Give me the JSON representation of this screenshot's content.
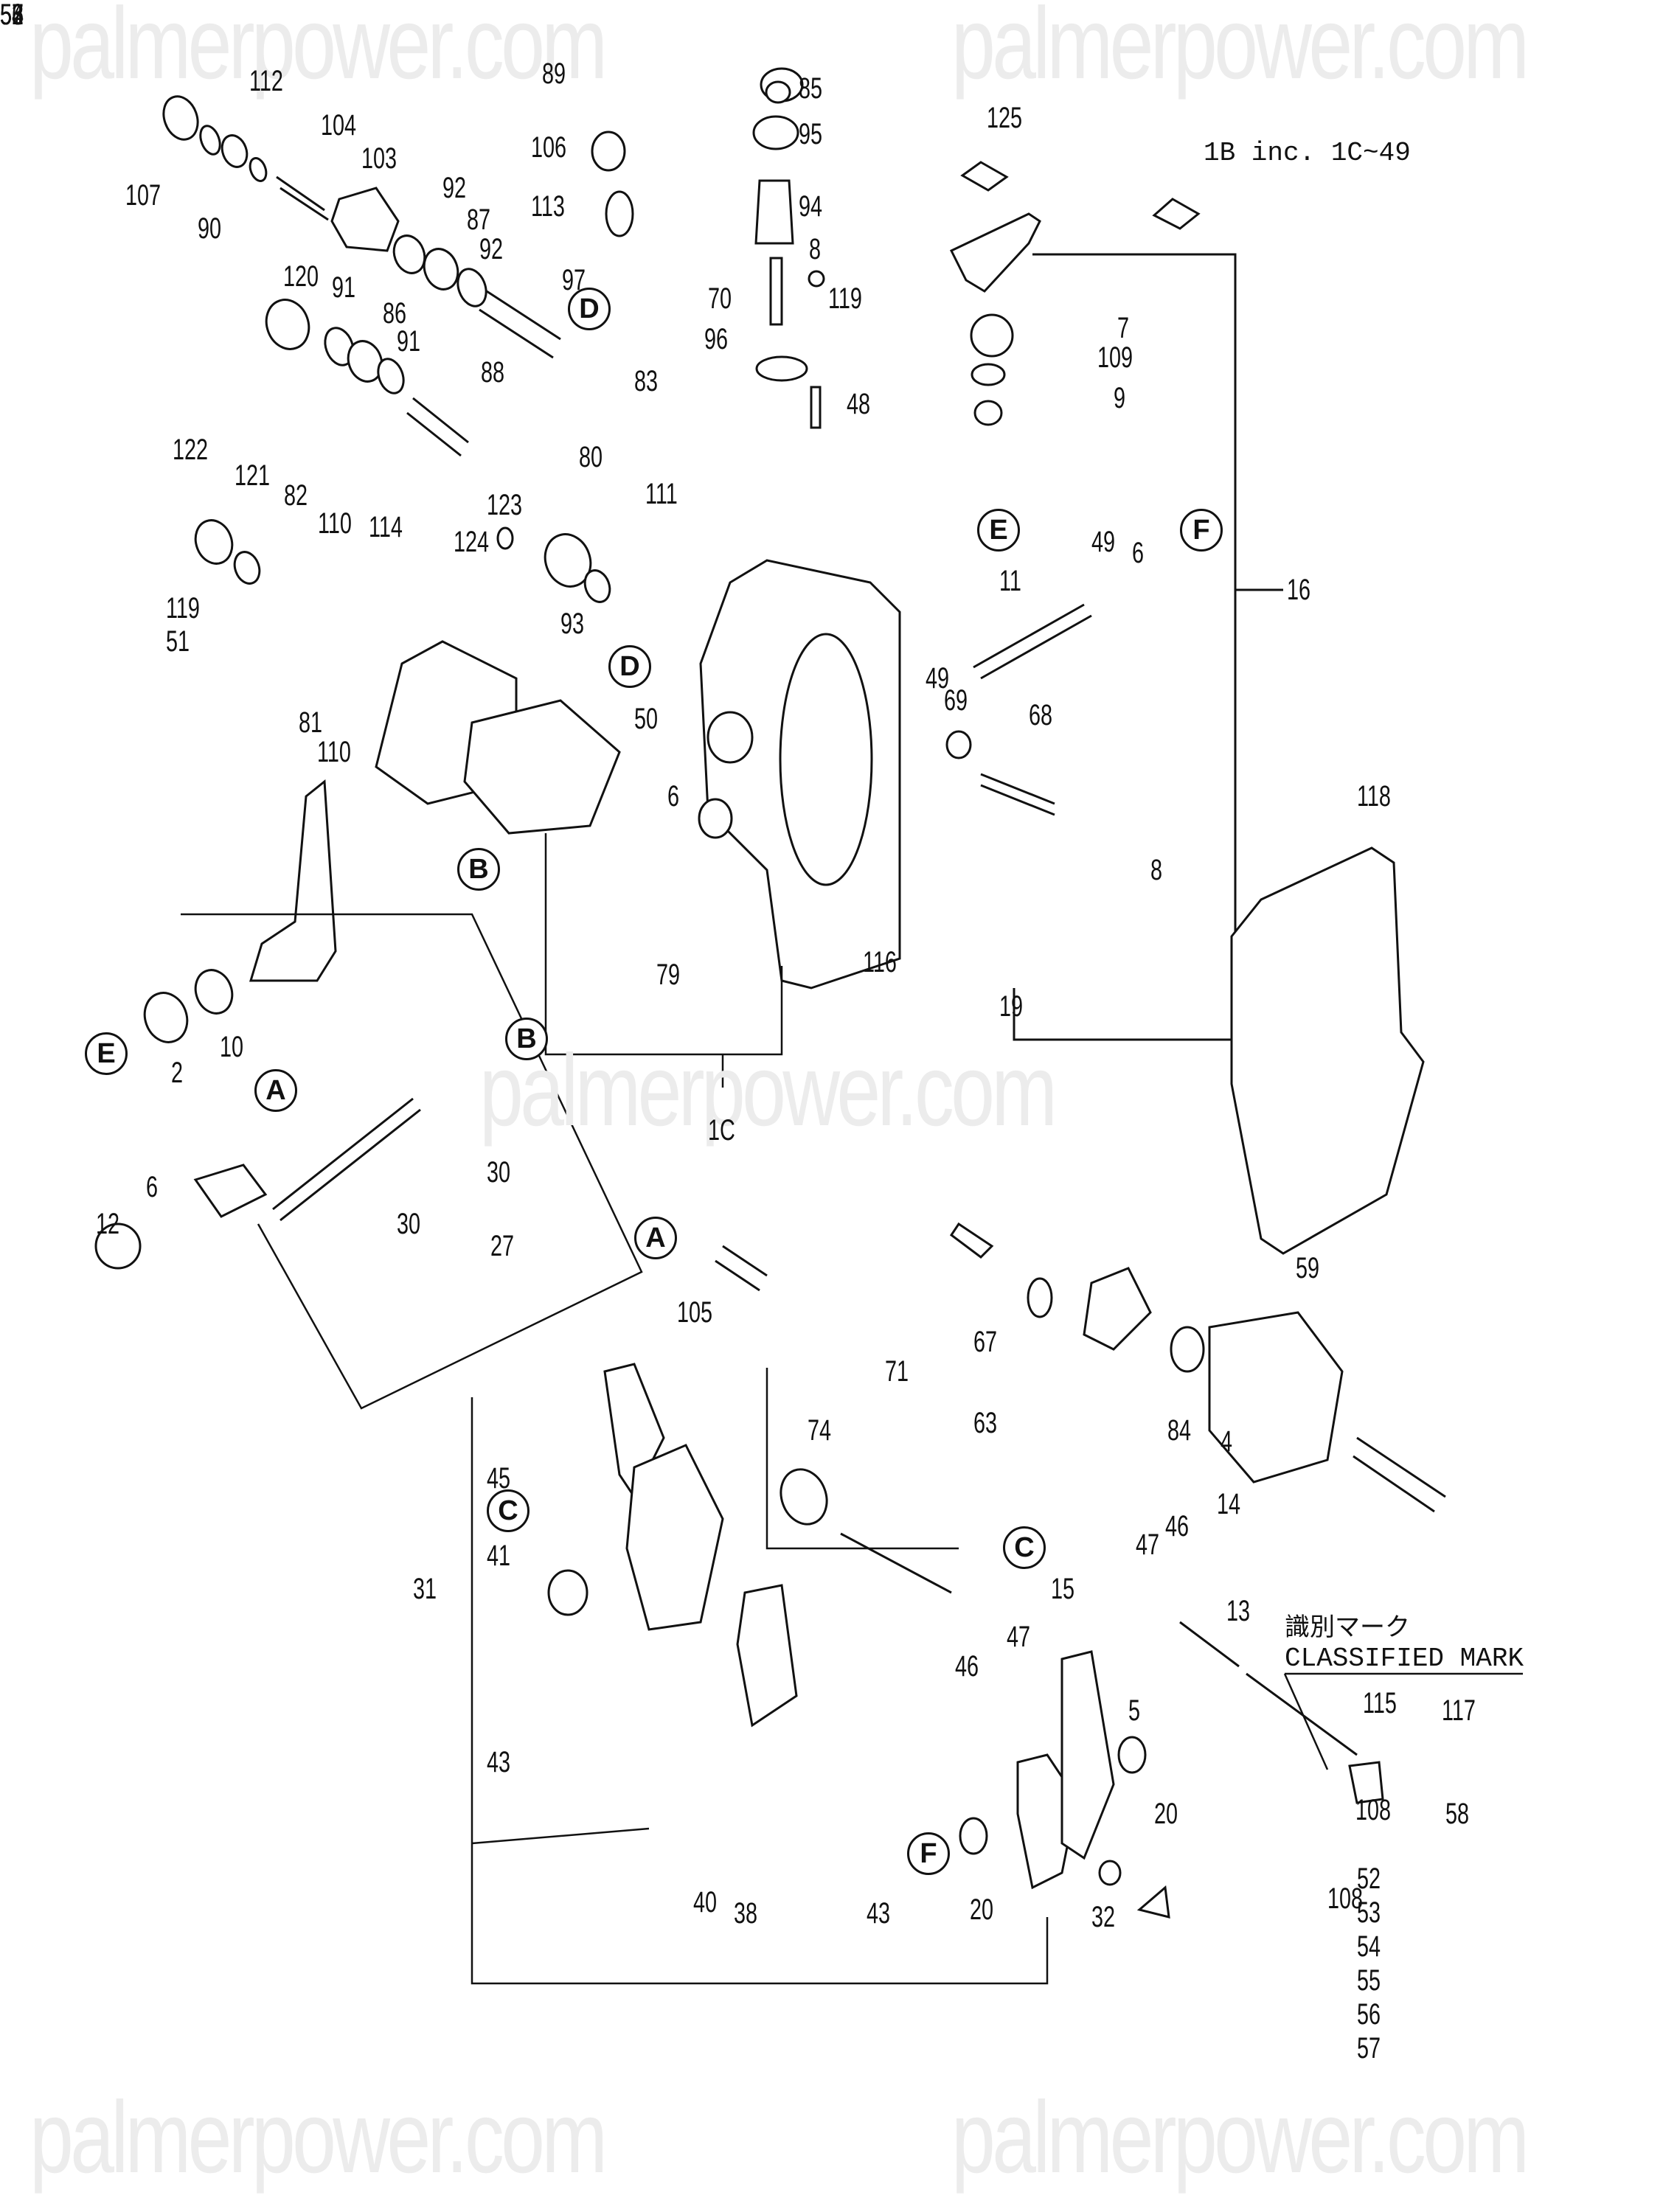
{
  "diagram": {
    "type": "exploded-parts-diagram",
    "subject": "Fuel injection pump governor assembly",
    "watermark_text": "palmerpower.com",
    "assembly_note": "1B inc. 1C~49",
    "classified_mark_jp": "識別マーク",
    "classified_mark_en": "CLASSIFIED MARK",
    "reference_circles": [
      "A",
      "B",
      "C",
      "D",
      "E",
      "F"
    ],
    "part_labels": [
      "112",
      "107",
      "90",
      "104",
      "103",
      "92",
      "87",
      "92",
      "97",
      "120",
      "91",
      "86",
      "91",
      "88",
      "89",
      "106",
      "113",
      "85",
      "95",
      "94",
      "8",
      "119",
      "70",
      "96",
      "48",
      "83",
      "125",
      "7",
      "109",
      "9",
      "122",
      "121",
      "82",
      "110",
      "119",
      "51",
      "114",
      "124",
      "123",
      "80",
      "111",
      "93",
      "81",
      "110",
      "50",
      "6",
      "49",
      "49",
      "11",
      "69",
      "68",
      "16",
      "6",
      "8",
      "118",
      "79",
      "116",
      "19",
      "10",
      "2",
      "1C",
      "30",
      "30",
      "27",
      "6",
      "12",
      "105",
      "67",
      "63",
      "84",
      "59",
      "71",
      "74",
      "45",
      "41",
      "31",
      "43",
      "40",
      "38",
      "43",
      "20",
      "20",
      "32",
      "4",
      "14",
      "46",
      "47",
      "15",
      "13",
      "47",
      "46",
      "5",
      "115",
      "117",
      "58",
      "108",
      "108",
      "52",
      "53",
      "54",
      "55",
      "56",
      "57"
    ],
    "grouped_label_stack": [
      "52",
      "53",
      "54",
      "55",
      "56",
      "57"
    ]
  }
}
